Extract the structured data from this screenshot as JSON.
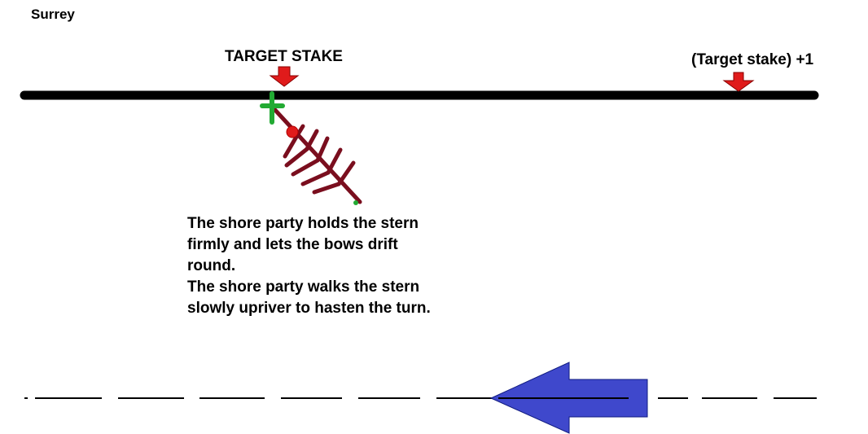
{
  "bank_label": "Surrey",
  "target_stake_label": "TARGET STAKE",
  "next_stake_label": "(Target stake) +1",
  "notes": [
    "The shore party holds the stern",
    "firmly and lets the bows drift",
    "round.",
    "The shore party walks the stern",
    "slowly upriver to hasten the turn."
  ],
  "colors": {
    "bank": "#000000",
    "stake_marker": "#e01b1b",
    "boat_hull": "#7a0e1e",
    "crew_marker": "#22aa33",
    "stern_marker": "#e01b1b",
    "stream_arrow": "#3f48cc",
    "centre_line": "#000000"
  },
  "icons": {
    "stake_marker": "down-arrow-icon",
    "boat": "rowing-boat-icon",
    "stream": "left-arrow-icon"
  }
}
